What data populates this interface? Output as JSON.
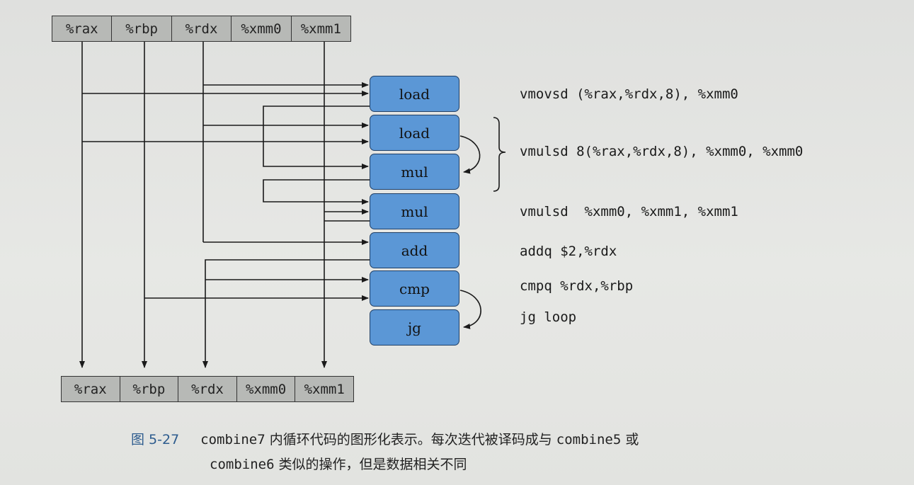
{
  "registers_top": [
    "%rax",
    "%rbp",
    "%rdx",
    "%xmm0",
    "%xmm1"
  ],
  "registers_bottom": [
    "%rax",
    "%rbp",
    "%rdx",
    "%xmm0",
    "%xmm1"
  ],
  "operations": [
    "load",
    "load",
    "mul",
    "mul",
    "add",
    "cmp",
    "jg"
  ],
  "instructions": [
    "vmovsd (%rax,%rdx,8), %xmm0",
    "vmulsd 8(%rax,%rdx,8), %xmm0, %xmm0",
    "vmulsd  %xmm0, %xmm1, %xmm1",
    "addq $2,%rdx",
    "cmpq %rdx,%rbp",
    "jg loop"
  ],
  "caption": {
    "figure_label": "图 5-27",
    "line1_prefix": "combine7",
    "line1_text": " 内循环代码的图形化表示。每次迭代被译码成与 ",
    "line1_name2": "combine5",
    "line1_suffix": " 或",
    "line2_name": "combine6",
    "line2_text": " 类似的操作，但是数据相关不同"
  },
  "colors": {
    "op_fill": "#5b97d6",
    "register_fill": "#b7b9b6",
    "wire": "#1a1a1a"
  }
}
